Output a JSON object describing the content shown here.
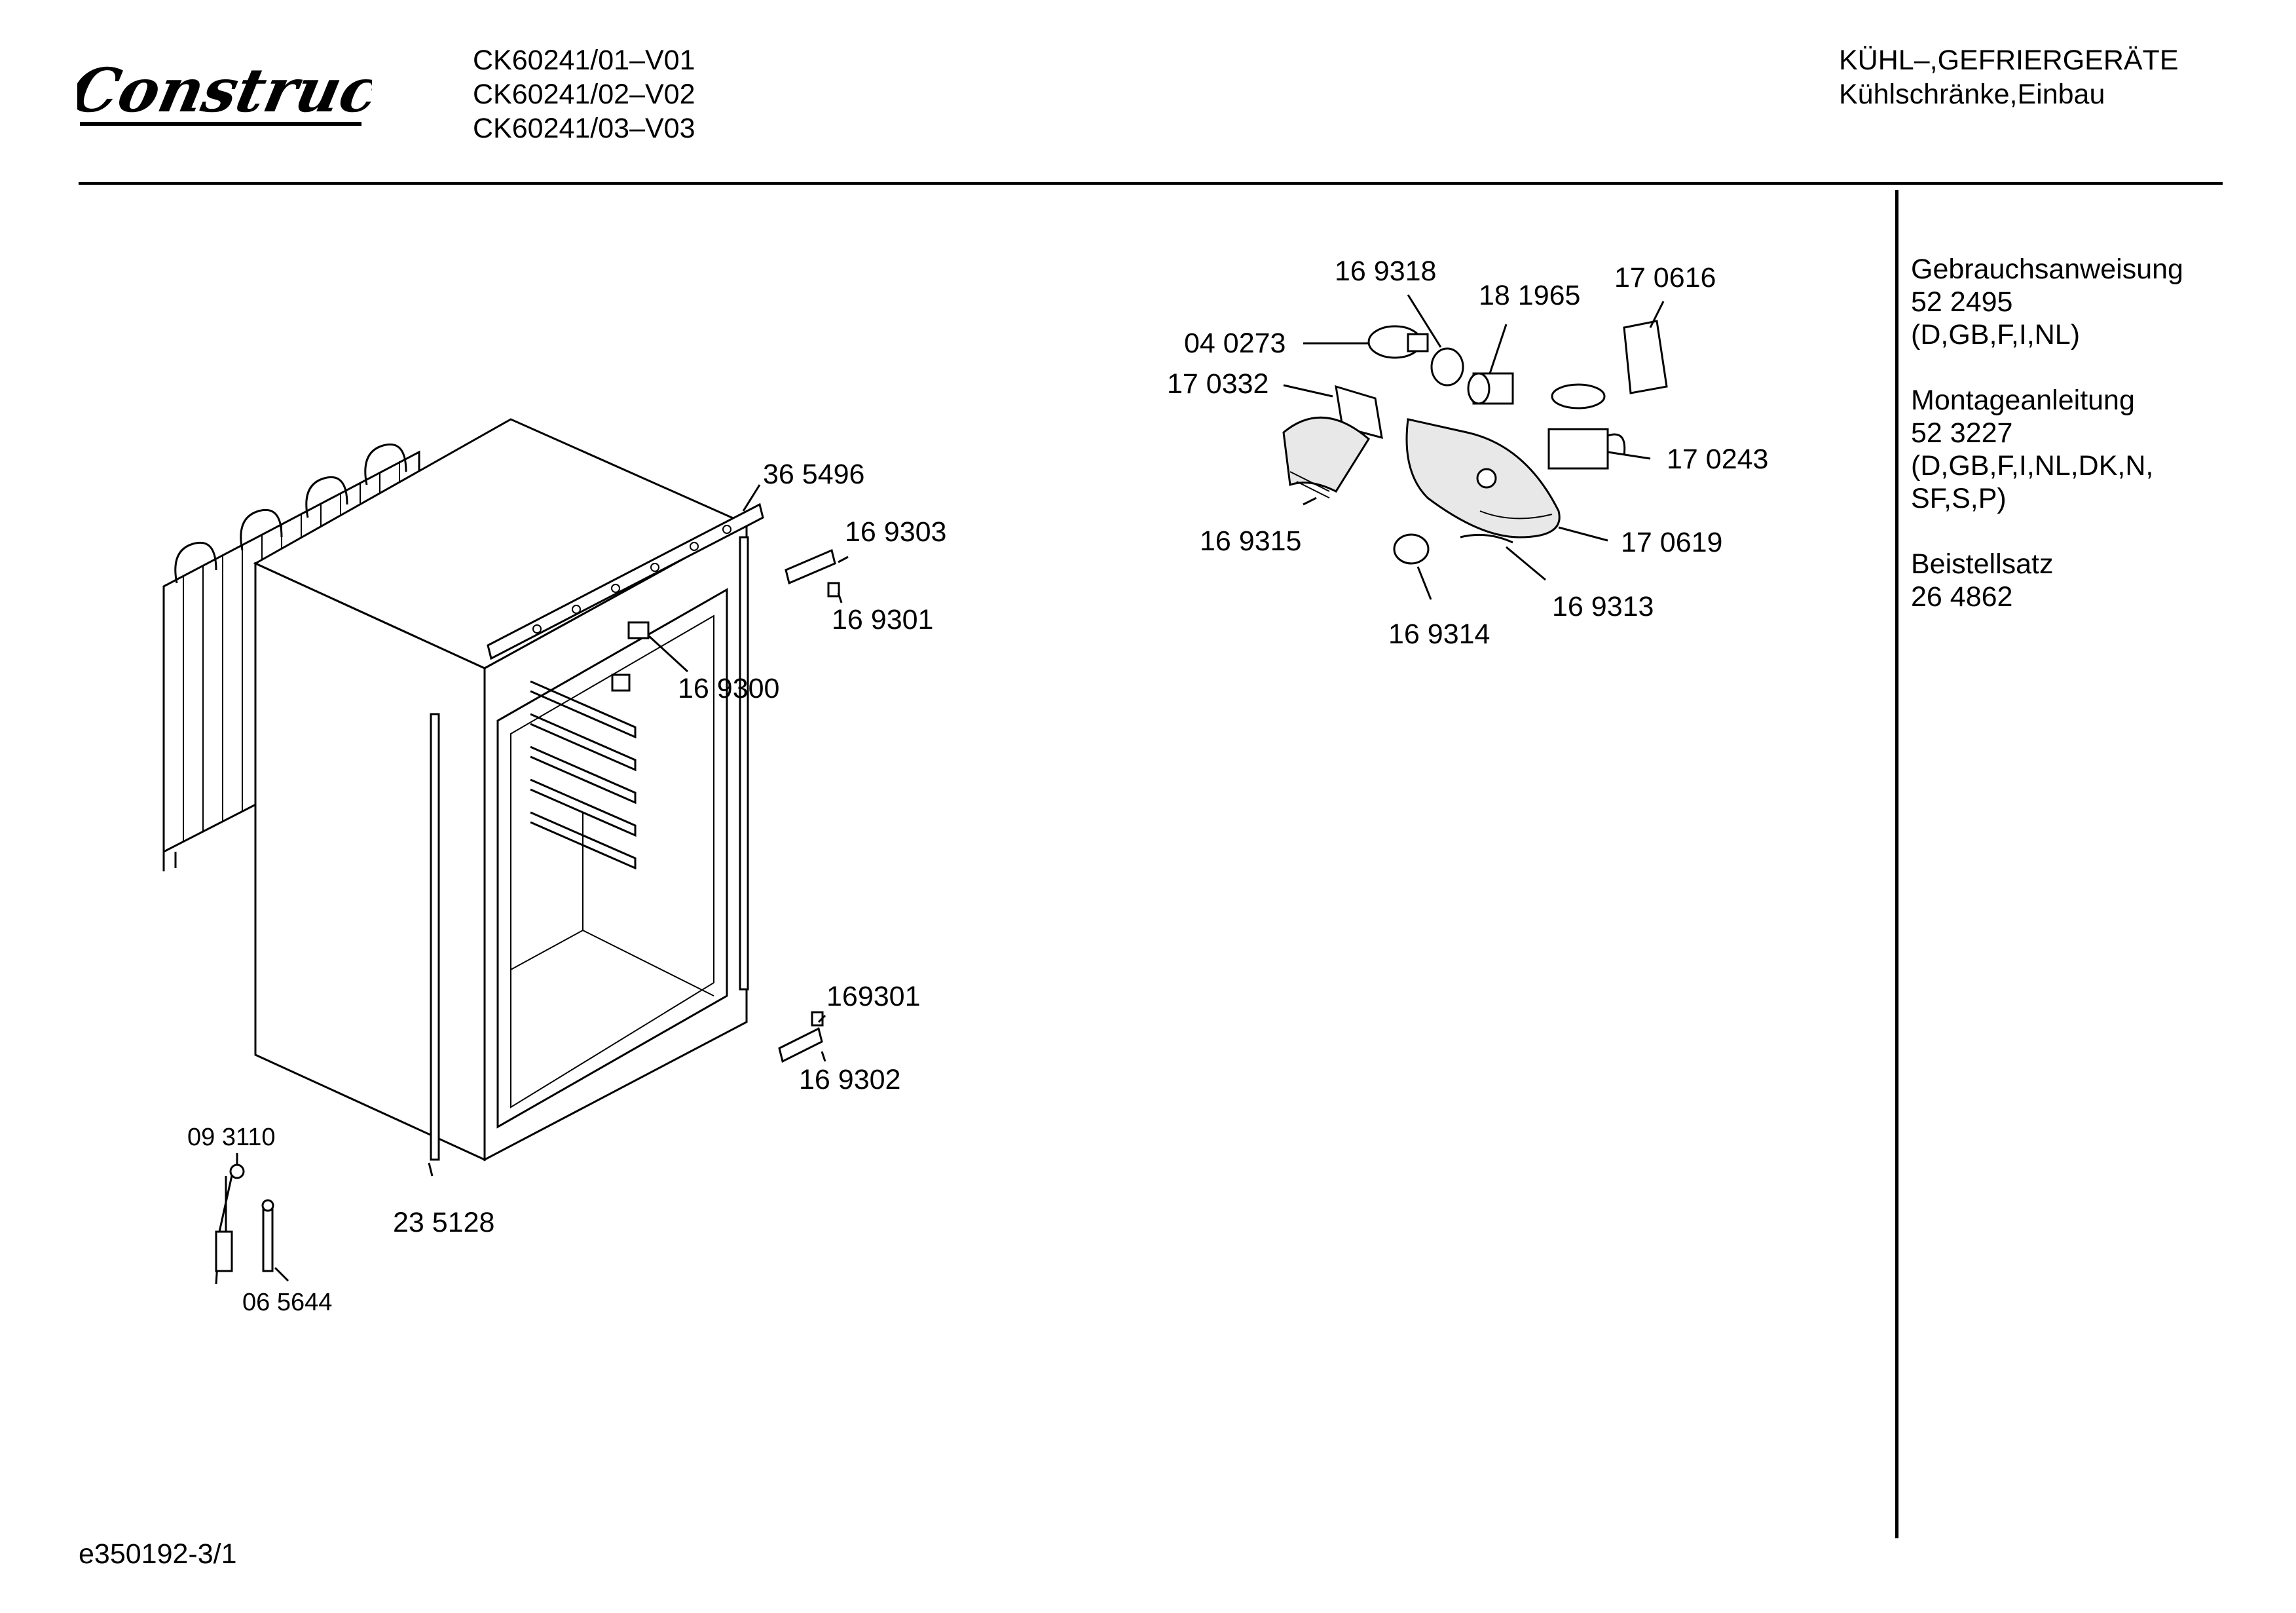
{
  "header": {
    "brand": "Constructa",
    "models": [
      "CK60241/01–V01",
      "CK60241/02–V02",
      "CK60241/03–V03"
    ],
    "category_line1": "KÜHL–,GEFRIERGERÄTE",
    "category_line2": "Kühlschränke,Einbau"
  },
  "sidebar": {
    "docs": [
      {
        "title": "Gebrauchsanweisung",
        "number": "52 2495",
        "languages": "(D,GB,F,I,NL)"
      },
      {
        "title": "Montageanleitung",
        "number": "52 3227",
        "languages": "(D,GB,F,I,NL,DK,N,",
        "languages2": "SF,S,P)"
      },
      {
        "title": "Beistellsatz",
        "number": "26 4862"
      }
    ]
  },
  "parts": {
    "p365496": "36 5496",
    "p169303": "16 9303",
    "p169301": "16 9301",
    "p169300": "16 9300",
    "p169301b": "169301",
    "p169302": "16 9302",
    "p093110": "09 3110",
    "p235128": "23 5128",
    "p065644": "06 5644",
    "p169318": "16 9318",
    "p181965": "18 1965",
    "p170616": "17 0616",
    "p040273": "04 0273",
    "p170332": "17 0332",
    "p170243": "17 0243",
    "p169315": "16 9315",
    "p170619": "17 0619",
    "p169313": "16 9313",
    "p169314": "16 9314"
  },
  "footer": {
    "doc_code": "e350192-3/1"
  }
}
